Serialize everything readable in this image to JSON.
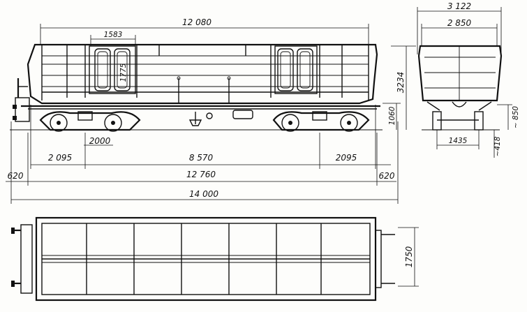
{
  "drawing": {
    "side_view": {
      "overall_body_length": "12 080",
      "door_width": "1583",
      "door_height": "1775",
      "truck_wheelbase": "2000",
      "end_overhang_left": "2 095",
      "truck_centers": "8 570",
      "end_overhang_right": "2095",
      "buffer_left": "620",
      "length_over_frame": "12 760",
      "buffer_right": "620",
      "length_over_buffers": "14 000",
      "height_overall": "3234",
      "floor_height": "1060"
    },
    "end_view": {
      "overall_width": "3 122",
      "inner_width": "2 850",
      "track_gauge": "1435",
      "coupler_height": "~ 850",
      "rail_offset": "~418"
    },
    "plan_view": {
      "width_dim": "1750"
    }
  }
}
